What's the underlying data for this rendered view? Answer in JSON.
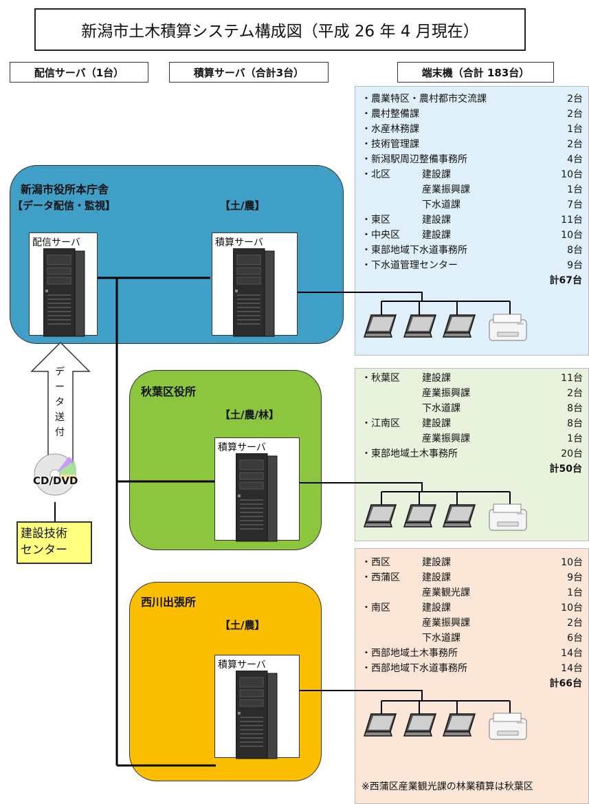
{
  "title": "新潟市土木積算システム構成図（平成 26 年 4 月現在）",
  "headers": {
    "distribution": "配信サーバ（1台）",
    "estimation": "積算サーバ（合計3台）",
    "terminals": "端末機（合計 183台）"
  },
  "regions": {
    "honcho": {
      "title": "新潟市役所本庁舎",
      "sub1": "【データ配信・監視】",
      "sub2": "【土/農】",
      "server1": "配信サーバ",
      "server2": "積算サーバ"
    },
    "akiha": {
      "title": "秋葉区役所",
      "sub": "【土/農/林】",
      "server": "積算サーバ"
    },
    "nishikawa": {
      "title": "西川出張所",
      "sub": "【土/農】",
      "server": "積算サーバ"
    }
  },
  "data_transfer": {
    "arrow_label": [
      "デ",
      "ー",
      "タ",
      "送",
      "付"
    ],
    "media": "CD/DVD",
    "source_line1": "建設技術",
    "source_line2": "センター"
  },
  "panels": {
    "blue": {
      "rows": [
        [
          "・農業特区・農村都市交流課",
          "",
          "2台"
        ],
        [
          "・農村整備課",
          "",
          "2台"
        ],
        [
          "・水産林務課",
          "",
          "1台"
        ],
        [
          "・技術管理課",
          "",
          "2台"
        ],
        [
          "・新潟駅周辺整備事務所",
          "",
          "4台"
        ],
        [
          "・北区",
          "建設課",
          "10台"
        ],
        [
          "",
          "産業振興課",
          "1台"
        ],
        [
          "",
          "下水道課",
          "7台"
        ],
        [
          "・東区",
          "建設課",
          "11台"
        ],
        [
          "・中央区",
          "建設課",
          "10台"
        ],
        [
          "・東部地域下水道事務所",
          "",
          "8台"
        ],
        [
          "・下水道管理センター",
          "",
          "9台"
        ]
      ],
      "total": "計67台"
    },
    "green": {
      "rows": [
        [
          "・秋葉区",
          "建設課",
          "11台"
        ],
        [
          "",
          "産業振興課",
          "2台"
        ],
        [
          "",
          "下水道課",
          "8台"
        ],
        [
          "・江南区",
          "建設課",
          "8台"
        ],
        [
          "",
          "産業振興課",
          "1台"
        ],
        [
          "・東部地域土木事務所",
          "",
          "20台"
        ]
      ],
      "total": "計50台"
    },
    "orange": {
      "rows": [
        [
          "・西区",
          "建設課",
          "10台"
        ],
        [
          "・西蒲区",
          "建設課",
          "9台"
        ],
        [
          "",
          "産業観光課",
          "1台"
        ],
        [
          "・南区",
          "建設課",
          "10台"
        ],
        [
          "",
          "産業振興課",
          "2台"
        ],
        [
          "",
          "下水道課",
          "6台"
        ],
        [
          "・西部地域土木事務所",
          "",
          "14台"
        ],
        [
          "・西部地域下水道事務所",
          "",
          "14台"
        ]
      ],
      "total": "計66台",
      "note": "※西蒲区産業観光課の林業積算は秋葉区"
    }
  },
  "colors": {
    "honcho": "#3f9fc7",
    "akiha": "#8cc63f",
    "nishikawa": "#fbbf00",
    "panel_blue": "#dff0fa",
    "panel_green": "#e9f2dc",
    "panel_orange": "#fbe6d8",
    "center_box": "#ffff80"
  },
  "icons": [
    "server-icon",
    "laptop-icon",
    "printer-icon",
    "cd-dvd-icon",
    "up-arrow-icon"
  ]
}
